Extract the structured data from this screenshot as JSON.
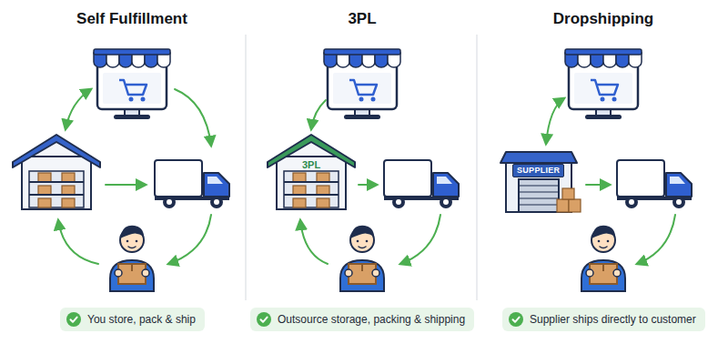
{
  "diagram": {
    "nodes": [
      {
        "text": [
          "Self Fulfillment"
        ]
      },
      {
        "text": [
          "You store, pack & ship"
        ],
        "in": 0
      },
      {
        "text": [
          "3PL"
        ]
      },
      {
        "text": [
          "3PL"
        ],
        "in": 2
      },
      {
        "text": [
          "Outsource storage, packing & shipping"
        ],
        "in": 2
      },
      {
        "text": [
          "Dropshipping"
        ]
      },
      {
        "text": [
          "SUPPLIER"
        ],
        "in": 5
      },
      {
        "text": [
          "Supplier ships directly to customer"
        ],
        "in": 5
      }
    ]
  }
}
